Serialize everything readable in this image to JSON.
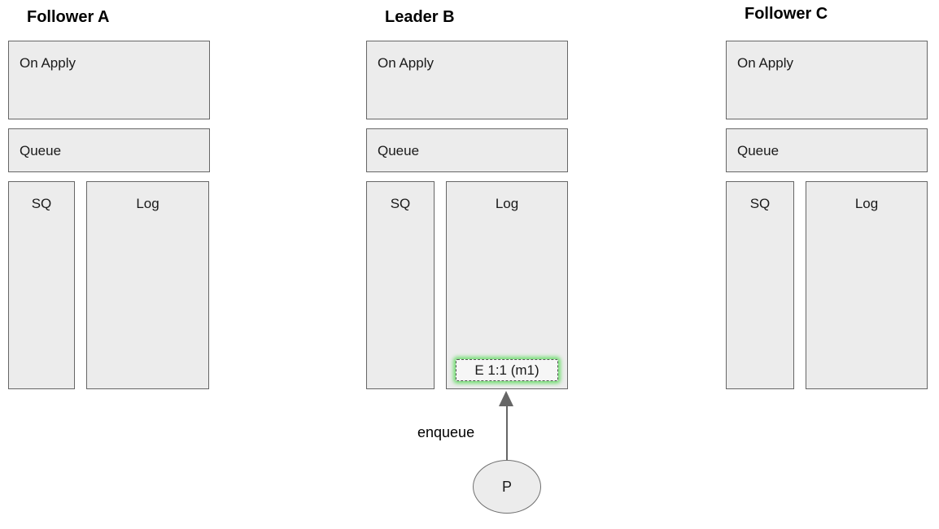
{
  "nodes": [
    {
      "title": "Follower A",
      "boxes": {
        "on_apply": "On Apply",
        "queue": "Queue",
        "sq": "SQ",
        "log": "Log"
      },
      "log_entries": []
    },
    {
      "title": "Leader B",
      "boxes": {
        "on_apply": "On Apply",
        "queue": "Queue",
        "sq": "SQ",
        "log": "Log"
      },
      "log_entries": [
        "E 1:1 (m1)"
      ]
    },
    {
      "title": "Follower C",
      "boxes": {
        "on_apply": "On Apply",
        "queue": "Queue",
        "sq": "SQ",
        "log": "Log"
      },
      "log_entries": []
    }
  ],
  "enqueue_action": {
    "label": "enqueue",
    "proposer_label": "P"
  },
  "colors": {
    "box_fill": "#ececec",
    "box_border": "#666666",
    "entry_glow_green": "#69db69",
    "arrow_gray": "#666666"
  }
}
